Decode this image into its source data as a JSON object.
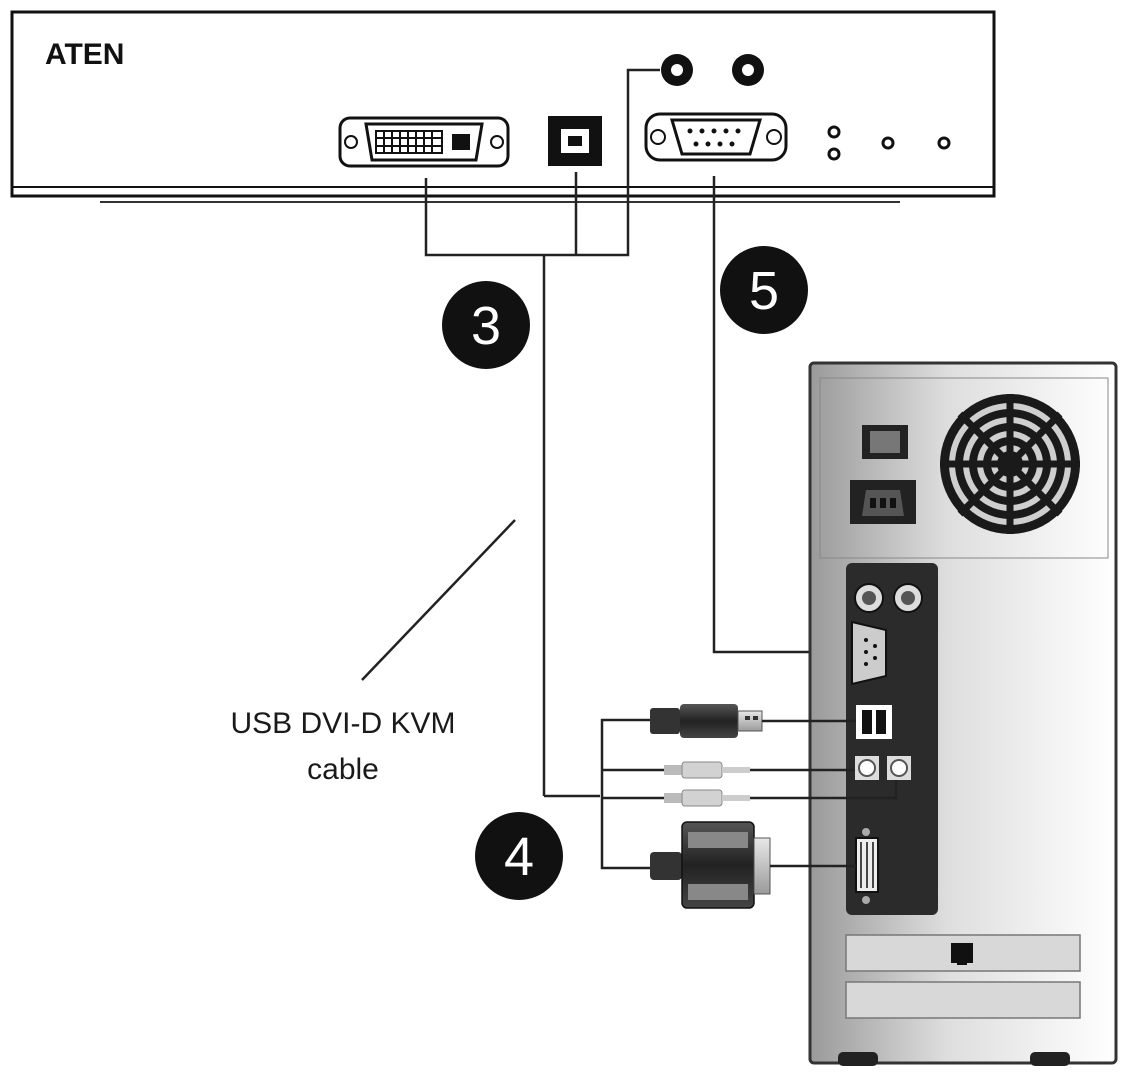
{
  "device": {
    "brand_logo": "ATEN"
  },
  "callouts": [
    {
      "number": "3"
    },
    {
      "number": "4"
    },
    {
      "number": "5"
    }
  ],
  "cable_label": {
    "line1": "USB DVI-D KVM",
    "line2": "cable"
  },
  "icons": [
    "dvi-port-icon",
    "usb-b-port-icon",
    "audio-jack-icon",
    "serial-port-icon",
    "led-indicator-icon",
    "power-switch-icon",
    "power-socket-icon",
    "fan-grille-icon",
    "ps2-port-icon",
    "usb-a-port-icon",
    "ethernet-port-icon",
    "usb-plug-icon",
    "audio-plug-icon",
    "dvi-plug-icon"
  ]
}
